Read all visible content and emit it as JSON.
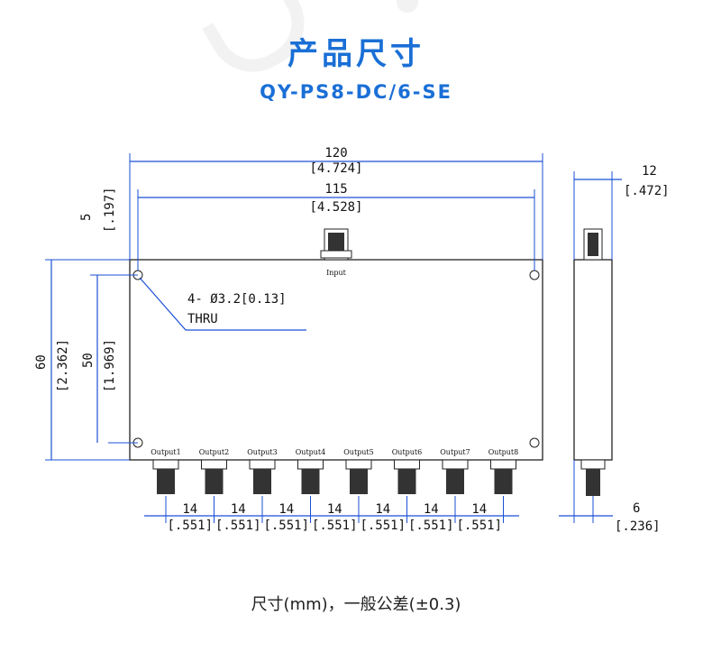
{
  "heading": "产品尺寸",
  "model": "QY-PS8-DC/6-SE",
  "caption": "尺寸(mm)，一般公差(±0.3)",
  "dims": {
    "overall_len": "120",
    "overall_len_in": "[4.724]",
    "hole_len": "115",
    "hole_len_in": "[4.528]",
    "edge_off": "5",
    "edge_off_in": "[.197]",
    "height": "60",
    "height_in": "[2.362]",
    "hole_h": "50",
    "hole_h_in": "[1.969]",
    "hole_note1": "4- Ø3.2[0.13]",
    "hole_note2": "THRU",
    "pitch": "14",
    "pitch_in": "[.551]",
    "depth": "12",
    "depth_in": "[.472]",
    "conn_off": "6",
    "conn_off_in": "[.236]"
  },
  "ports": {
    "input": "Input",
    "outputs": [
      "Output1",
      "Output2",
      "Output3",
      "Output4",
      "Output5",
      "Output6",
      "Output7",
      "Output8"
    ]
  },
  "colors": {
    "accent": "#1a6fd6",
    "dim_line": "#1a4fd6"
  }
}
